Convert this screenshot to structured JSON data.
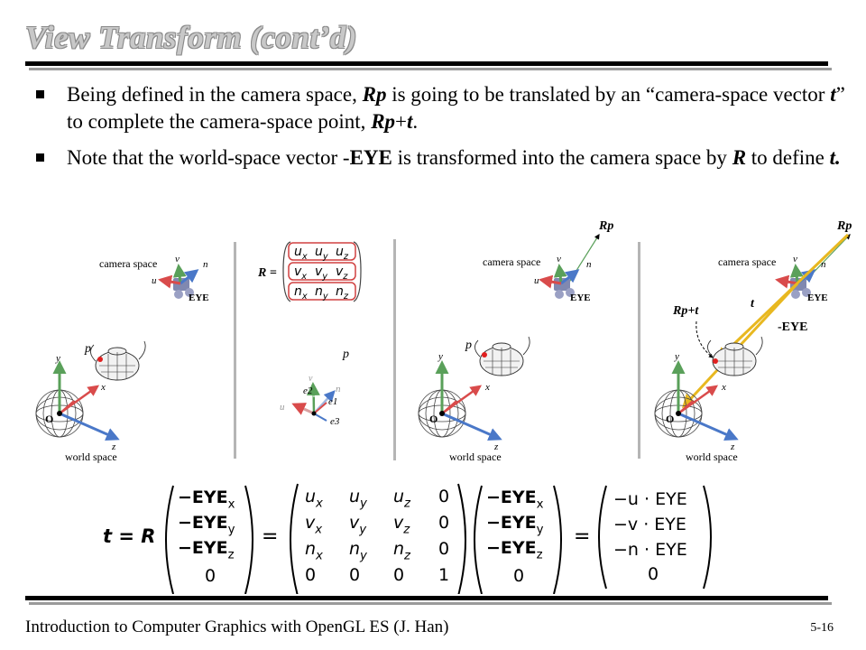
{
  "slide": {
    "title": "View Transform (cont’d)",
    "bullets": [
      {
        "parts": [
          {
            "text": "Being defined in the camera space, ",
            "style": "normal"
          },
          {
            "text": "Rp",
            "style": "bold-italic"
          },
          {
            "text": " is going to be translated by an “camera-space vector ",
            "style": "normal"
          },
          {
            "text": "t",
            "style": "bold-italic"
          },
          {
            "text": "” to complete the camera-space point, ",
            "style": "normal"
          },
          {
            "text": "Rp",
            "style": "bold-italic"
          },
          {
            "text": "+",
            "style": "normal"
          },
          {
            "text": "t",
            "style": "bold-italic"
          },
          {
            "text": ".",
            "style": "normal"
          }
        ]
      },
      {
        "parts": [
          {
            "text": "Note that the world-space vector -",
            "style": "normal"
          },
          {
            "text": "EYE",
            "style": "bold"
          },
          {
            "text": " is transformed into the camera space by ",
            "style": "normal"
          },
          {
            "text": "R",
            "style": "bold-italic"
          },
          {
            "text": " to define ",
            "style": "normal"
          },
          {
            "text": "t.",
            "style": "bold-italic"
          }
        ]
      }
    ],
    "footer": {
      "left": "Introduction to Computer Graphics with OpenGL ES (J. Han)",
      "right": "5-16"
    }
  },
  "figure": {
    "camera_space": "camera space",
    "world_space": "world space",
    "eye": "EYE",
    "neg_eye": "-EYE",
    "u": "u",
    "v": "v",
    "n": "n",
    "O": "O",
    "p": "p",
    "e1": "e1",
    "e2": "e2",
    "e3": "e3",
    "x": "x",
    "y": "y",
    "z": "z",
    "Rp": "Rp",
    "Rp_t": "Rp+t",
    "t": "t",
    "R_label": "R =",
    "R_rows": [
      [
        "u",
        "x",
        "u",
        "y",
        "u",
        "z"
      ],
      [
        "v",
        "x",
        "v",
        "y",
        "v",
        "z"
      ],
      [
        "n",
        "x",
        "n",
        "y",
        "n",
        "z"
      ]
    ]
  },
  "equation": {
    "lhs": "t = R",
    "neg_eye_vec": [
      "−EYE",
      "−EYE",
      "−EYE",
      "0"
    ],
    "neg_eye_subs": [
      "x",
      "y",
      "z",
      ""
    ],
    "matrix": [
      [
        "u",
        "x",
        "u",
        "y",
        "u",
        "z",
        "0"
      ],
      [
        "v",
        "x",
        "v",
        "y",
        "v",
        "z",
        "0"
      ],
      [
        "n",
        "x",
        "n",
        "y",
        "n",
        "z",
        "0"
      ],
      [
        "0",
        "",
        "0",
        "",
        "0",
        "",
        "1"
      ]
    ],
    "result": [
      "−u · EYE",
      "−v · EYE",
      "−n · EYE",
      "0"
    ],
    "eq": "="
  },
  "colors": {
    "axis_x_red": "#d94b4b",
    "axis_y_green": "#5aa05a",
    "axis_z_blue": "#4a78c8",
    "eye_arrow": "#e8b820",
    "matrix_box": "#d04040"
  }
}
